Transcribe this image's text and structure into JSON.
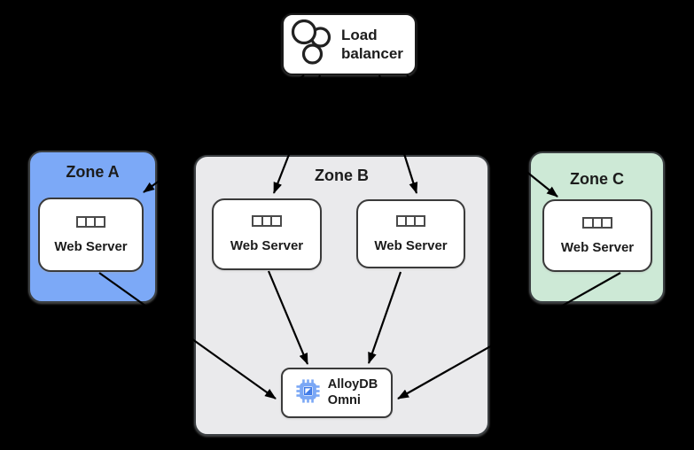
{
  "load_balancer": {
    "label": "Load balancer",
    "icon": "load-balancer-circles-icon"
  },
  "zones": {
    "zone_a": {
      "label": "Zone A",
      "fill": "#7CA9F7",
      "server": {
        "label": "Web Server",
        "icon": "server-rack-icon"
      }
    },
    "zone_b": {
      "label": "Zone B",
      "fill": "#EAEAEC",
      "server_1": {
        "label": "Web Server",
        "icon": "server-rack-icon"
      },
      "server_2": {
        "label": "Web Server",
        "icon": "server-rack-icon"
      }
    },
    "zone_c": {
      "label": "Zone C",
      "fill": "#CDE9D6",
      "server": {
        "label": "Web Server",
        "icon": "server-rack-icon"
      }
    }
  },
  "database": {
    "label_line_1": "AlloyDB",
    "label_line_2": "Omni",
    "icon": "alloydb-chip-icon",
    "icon_color": "#4285F4"
  },
  "edges": [
    {
      "from": "load-balancer",
      "to": "web-server-zone-a"
    },
    {
      "from": "load-balancer",
      "to": "web-server-zone-b-1"
    },
    {
      "from": "load-balancer",
      "to": "web-server-zone-b-2"
    },
    {
      "from": "load-balancer",
      "to": "web-server-zone-c"
    },
    {
      "from": "web-server-zone-a",
      "to": "alloydb-omni"
    },
    {
      "from": "web-server-zone-b-1",
      "to": "alloydb-omni"
    },
    {
      "from": "web-server-zone-b-2",
      "to": "alloydb-omni"
    },
    {
      "from": "web-server-zone-c",
      "to": "alloydb-omni"
    }
  ],
  "colors": {
    "background": "#000000",
    "zone_border": "#3C4043",
    "node_fill": "#FFFFFF",
    "node_border": "#2A2A2A",
    "arrow": "#000000",
    "text": "#1C1C1C"
  }
}
